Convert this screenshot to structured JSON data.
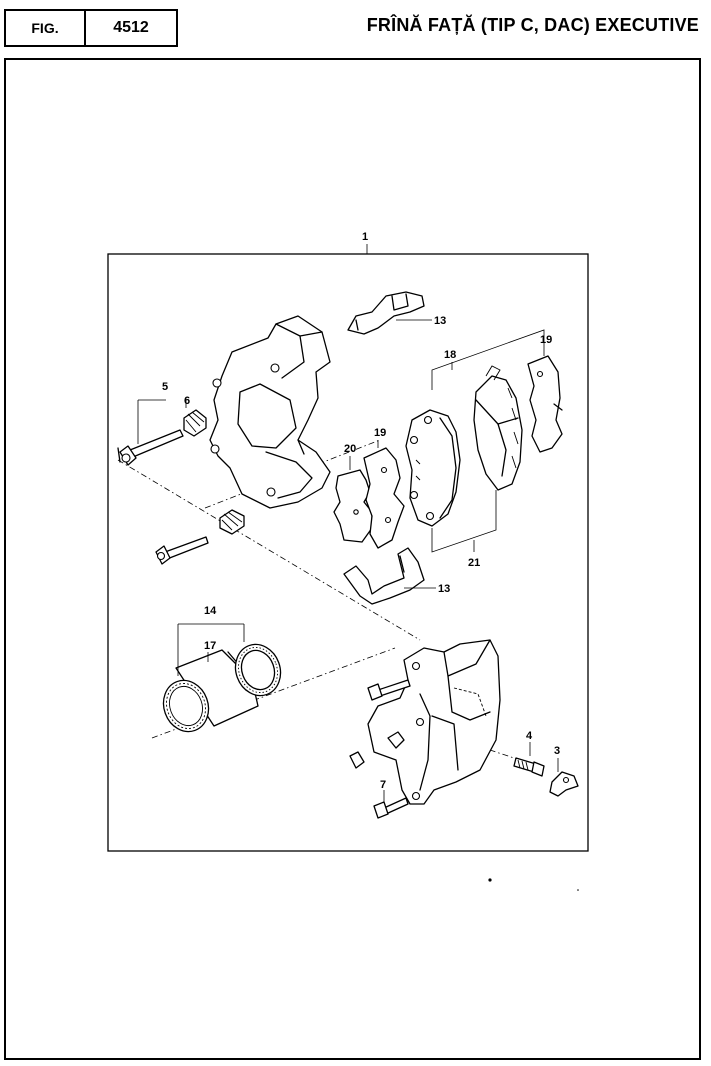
{
  "header": {
    "fig_label": "FIG.",
    "fig_number": "4512",
    "title": "FRÎNĂ FAȚĂ (TIP C, DAC) EXECUTIVE"
  },
  "diagram": {
    "callouts": {
      "c1": "1",
      "c3": "3",
      "c4": "4",
      "c5": "5",
      "c6": "6",
      "c7": "7",
      "c13a": "13",
      "c13b": "13",
      "c14": "14",
      "c17": "17",
      "c18": "18",
      "c19a": "19",
      "c19b": "19",
      "c20": "20",
      "c21": "21"
    }
  }
}
